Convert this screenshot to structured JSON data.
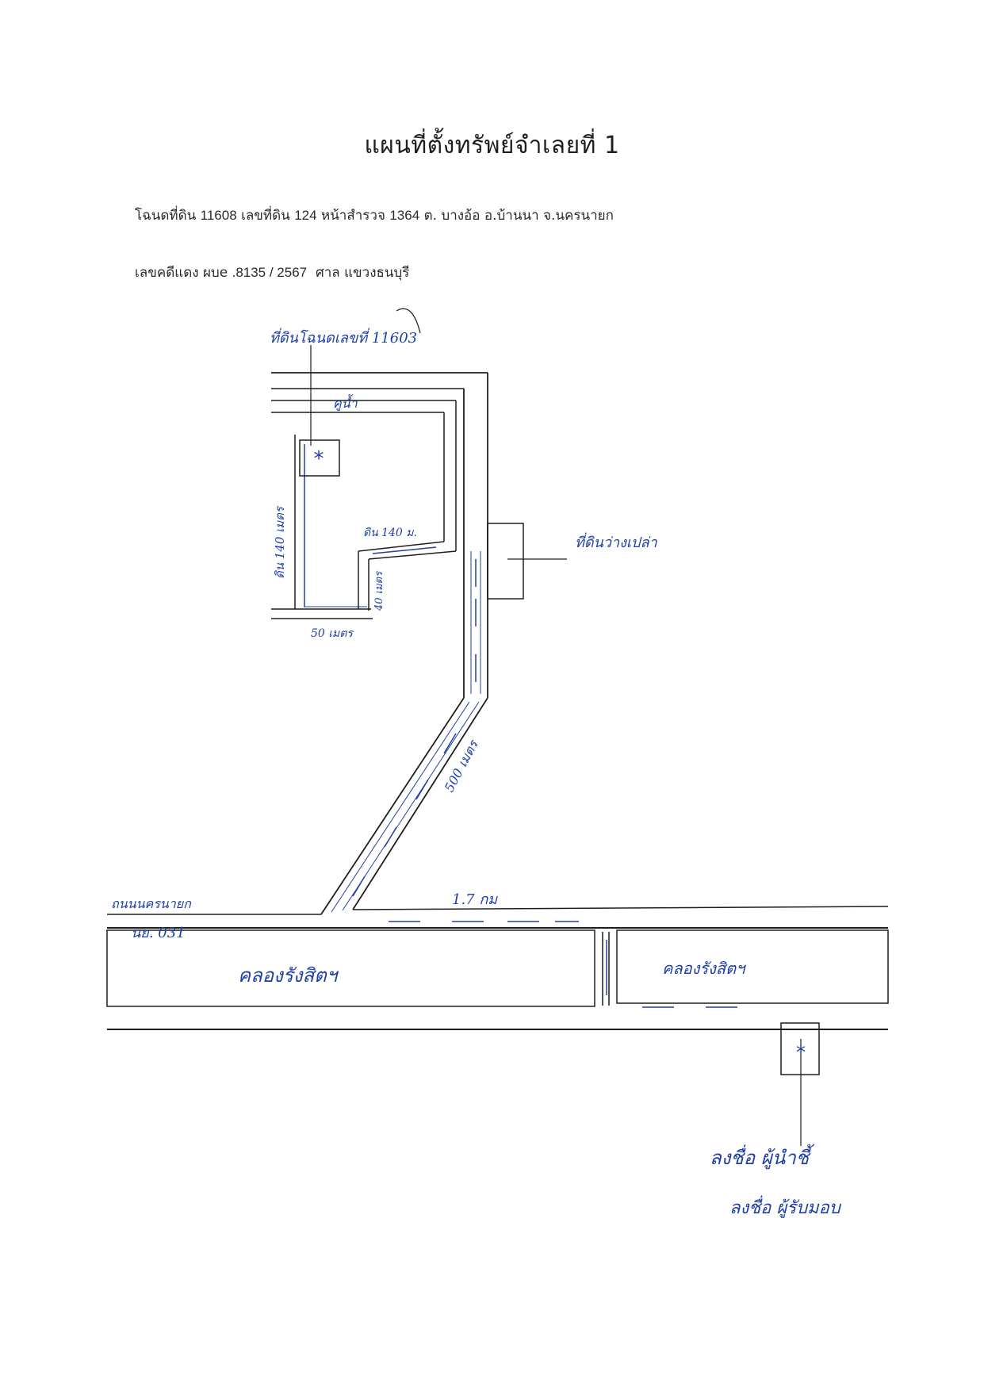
{
  "document": {
    "title": "แผนที่ตั้งทรัพย์จำเลยที่ 1",
    "deed_line": {
      "label_deed": "โฉนดที่ดิน",
      "deed_no": "11608",
      "label_land_no": "เลขที่ดิน",
      "land_no": "124",
      "label_survey": "หน้าสำรวจ",
      "survey_no": "1364",
      "location": "ต. บางอ้อ อ.บ้านนา จ.นครนายก"
    },
    "case_line": {
      "label_case": "เลขคดีแดง ผบe",
      "case_no": ".8135 / 2567",
      "court": "ศาล แขวงธนบุรี"
    }
  },
  "map": {
    "labels": {
      "top_note": "ที่ดินโฉนดเลขที่ 11603",
      "ditch": "คูน้ำ",
      "right_land": "ที่ดินว่างเปล่า",
      "road_140": "ดิน 140 ม.",
      "left_140": "ดิน 140 เมตร",
      "bottom_50": "50 เมตร",
      "short_40": "40 เมตร",
      "diag_500": "500 เมตร",
      "road_name": "ถนนนครนายก",
      "road_code": "นย. 031",
      "km": "1.7 กม",
      "canal_left": "คลองรังสิตฯ",
      "canal_right": "คลองรังสิตฯ",
      "sign1": "ลงชื่อ ผู้นำชี้",
      "sign2": "ลงชื่อ ผู้รับมอบ"
    },
    "markers": [
      {
        "name": "property",
        "symbol": "*"
      },
      {
        "name": "reference-point",
        "symbol": "*"
      }
    ]
  }
}
